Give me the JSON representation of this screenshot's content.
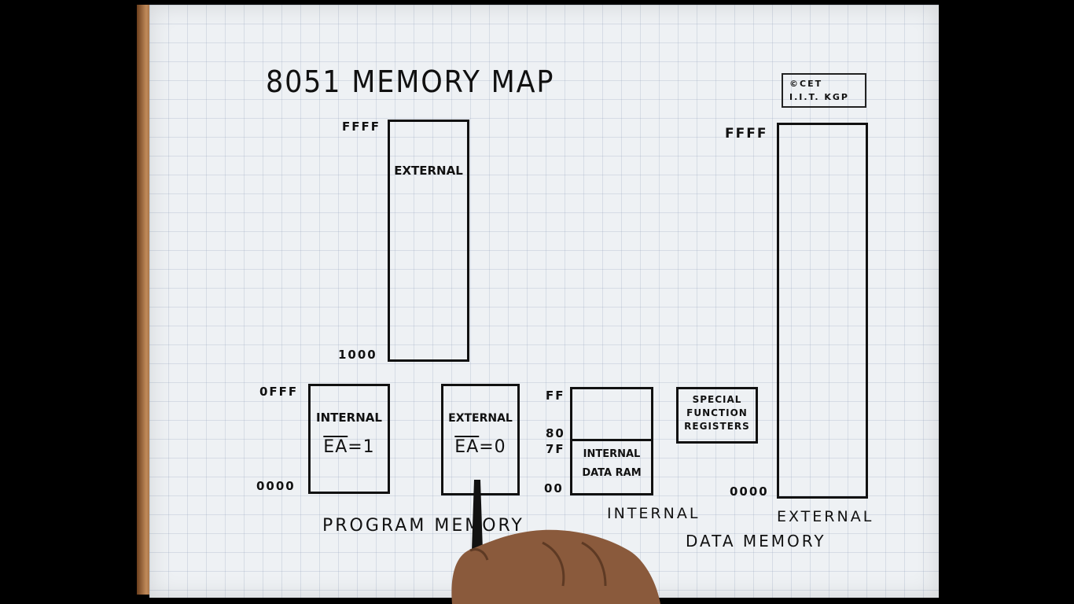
{
  "title": "8051 MEMORY MAP",
  "copyright": {
    "line1": "©CET",
    "line2": "I.I.T. KGP"
  },
  "program_memory": {
    "caption": "PROGRAM MEMORY",
    "upper_block": {
      "label": "EXTERNAL",
      "addr_top": "FFFF",
      "addr_bottom": "1000"
    },
    "internal_block": {
      "label": "INTERNAL",
      "ea_text": "EA",
      "ea_value": "=1",
      "addr_top": "0FFF",
      "addr_bottom": "0000"
    },
    "external_block": {
      "label": "EXTERNAL",
      "ea_text": "EA",
      "ea_value": "=0"
    }
  },
  "data_memory": {
    "caption": "DATA MEMORY",
    "internal": {
      "caption": "INTERNAL",
      "addr_ff": "FF",
      "addr_80": "80",
      "addr_7f": "7F",
      "addr_00": "00",
      "ram_line1": "INTERNAL",
      "ram_line2": "DATA RAM",
      "sfr_line1": "SPECIAL",
      "sfr_line2": "FUNCTION",
      "sfr_line3": "REGISTERS"
    },
    "external": {
      "caption": "EXTERNAL",
      "addr_top": "FFFF",
      "addr_bottom": "0000"
    }
  }
}
